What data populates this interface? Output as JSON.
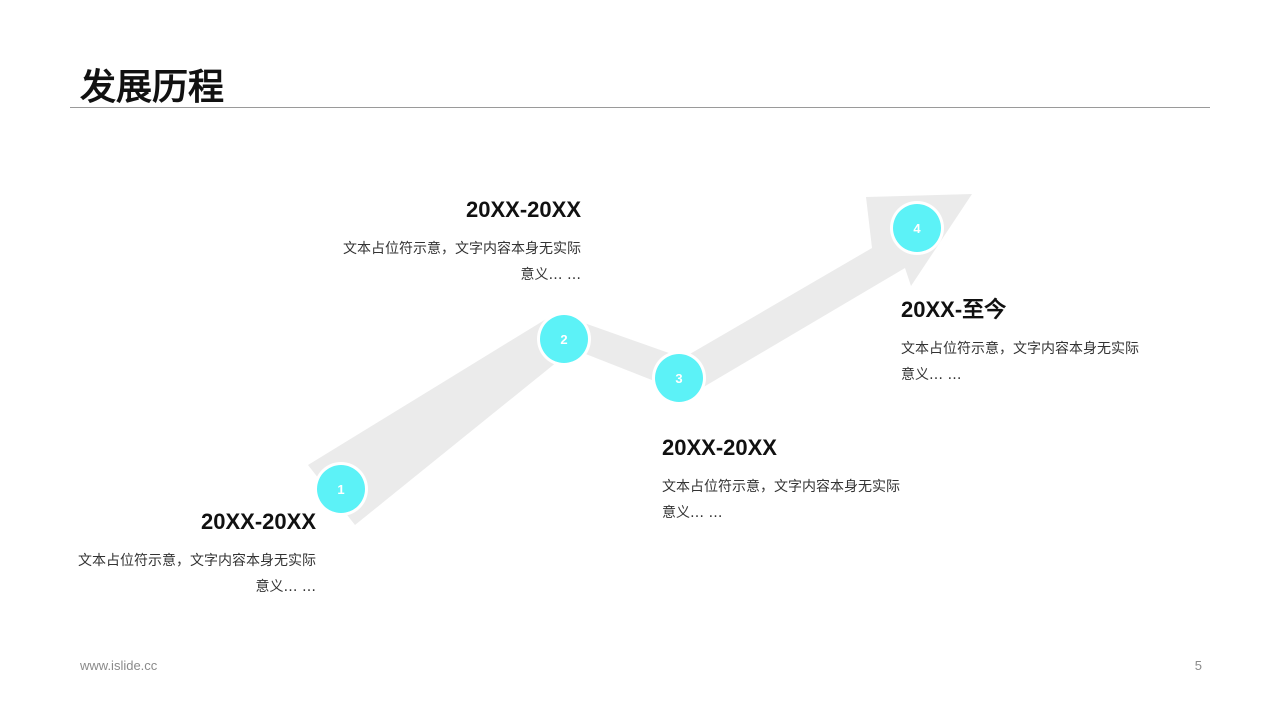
{
  "page": {
    "title": "发展历程"
  },
  "timeline": [
    {
      "node": "1",
      "period": "20XX-20XX",
      "description": "文本占位符示意，文字内容本身无实际意义… …"
    },
    {
      "node": "2",
      "period": "20XX-20XX",
      "description": "文本占位符示意，文字内容本身无实际意义… …"
    },
    {
      "node": "3",
      "period": "20XX-20XX",
      "description": "文本占位符示意，文字内容本身无实际意义… …"
    },
    {
      "node": "4",
      "period": "20XX-至今",
      "description": "文本占位符示意，文字内容本身无实际意义… …"
    }
  ],
  "colors": {
    "node": "#5CF2F7",
    "arrow": "#EBEBEB",
    "rule": "#9A9A9A"
  },
  "footer": {
    "url": "www.islide.cc",
    "page_number": "5"
  }
}
